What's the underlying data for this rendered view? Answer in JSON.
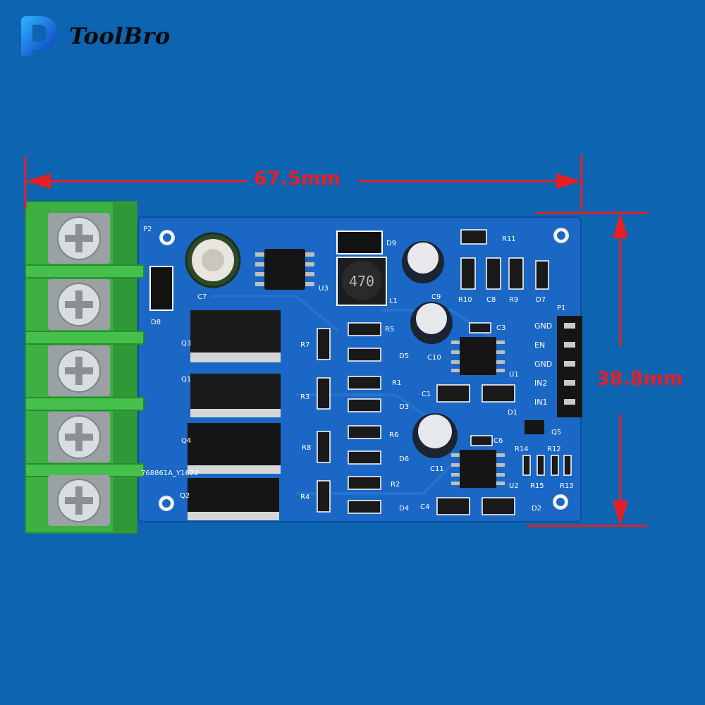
{
  "brand": {
    "name": "ToolBro",
    "logo_icon": "toolbro-logo-icon"
  },
  "dimensions": {
    "width_label": "67.5mm",
    "height_label": "38.8mm",
    "color": "#e61f26"
  },
  "board": {
    "color": "#1a67c5",
    "part_number": "768861A_Y1622",
    "components": [
      "P2",
      "C7",
      "U3",
      "D9",
      "L1",
      "C9",
      "R11",
      "R10",
      "C8",
      "R9",
      "D7",
      "D8",
      "Q1",
      "Q3",
      "R7",
      "R5",
      "D5",
      "C3",
      "C10",
      "P1",
      "R3",
      "R1",
      "D3",
      "C1",
      "U1",
      "Q4",
      "R8",
      "R6",
      "D6",
      "C6",
      "C11",
      "Q5",
      "R14",
      "R12",
      "Q2",
      "R4",
      "R2",
      "D4",
      "C4",
      "U2",
      "D2",
      "R15",
      "R13",
      "D1"
    ],
    "inductor_marking": "470",
    "header_pins": [
      "GND",
      "EN",
      "GND",
      "IN2",
      "IN1"
    ]
  },
  "colors": {
    "background": "#0d64b0",
    "terminal": "#3cb043",
    "dimension_lines": "#e61f26"
  }
}
